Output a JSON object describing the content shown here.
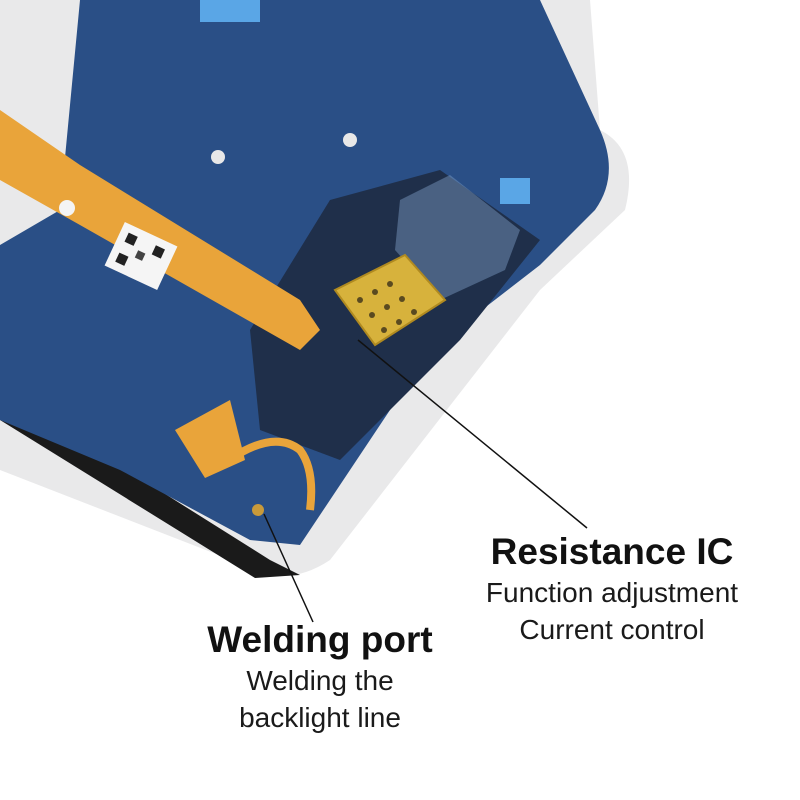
{
  "callouts": {
    "resistance_ic": {
      "title": "Resistance IC",
      "lines": [
        "Function adjustment",
        "Current control"
      ]
    },
    "welding_port": {
      "title": "Welding port",
      "lines": [
        "Welding the",
        "backlight line"
      ]
    }
  },
  "colors": {
    "panel_blue": "#2a4f86",
    "flex_orange": "#e9a43a",
    "background": "#ffffff"
  }
}
